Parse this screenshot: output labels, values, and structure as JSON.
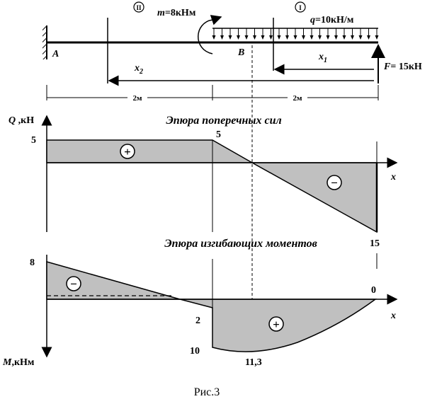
{
  "beam": {
    "section_2": "II",
    "section_1": "I",
    "moment_label": "=8кНм",
    "moment_symbol": "m",
    "load_label": "=10кН/м",
    "load_symbol": "q",
    "point_a": "A",
    "point_b": "B",
    "x1": "x",
    "x1_sub": "1",
    "x2": "x",
    "x2_sub": "2",
    "force_label": "= 15кН",
    "force_symbol": "F",
    "dim_left": "2м",
    "dim_right": "2м"
  },
  "shear": {
    "title": "Эпюра поперечных сил",
    "axis_label": "Q ,кН",
    "x_axis": "x",
    "val_left": "5",
    "val_mid": "5",
    "val_right": "15",
    "sign_pos": "+",
    "sign_neg": "−"
  },
  "moment": {
    "title": "Эпюра изгибающих моментов",
    "axis_label": "M,кНм",
    "x_axis": "x",
    "val_left": "8",
    "val_right": "0",
    "val_2": "2",
    "val_10": "10",
    "val_max": "11,3",
    "sign_neg": "−",
    "sign_pos": "+"
  },
  "caption": "Рис.3"
}
